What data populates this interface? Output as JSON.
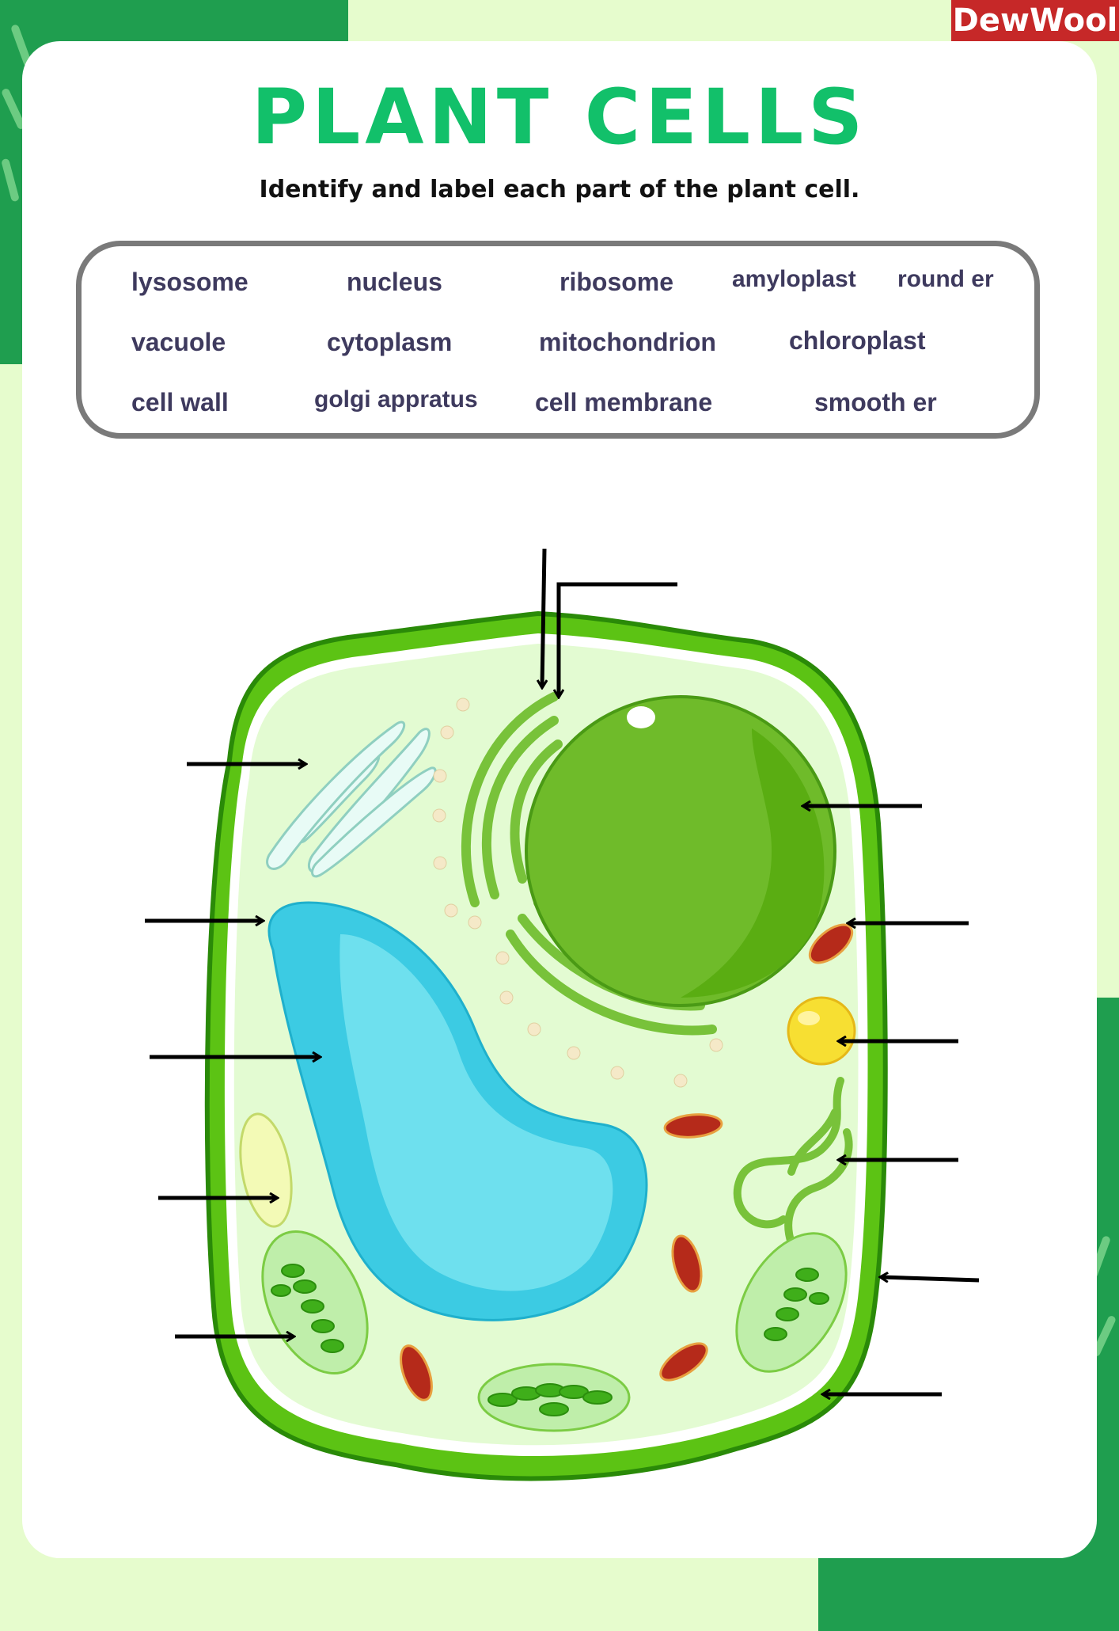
{
  "brand": "DewWool",
  "title": "PLANT CELLS",
  "subtitle": "Identify and label each part of the plant cell.",
  "word_bank": [
    "lysosome",
    "nucleus",
    "ribosome",
    "amyloplast",
    "round er",
    "vacuole",
    "cytoplasm",
    "mitochondrion",
    "chloroplast",
    "cell wall",
    "golgi appratus",
    "cell membrane",
    "smooth er"
  ],
  "colors": {
    "title": "#12c06a",
    "background": "#e6fccd",
    "accent_green": "#1f9e4f",
    "brand_red": "#c62828",
    "word_text": "#3e3a5e",
    "cell_wall": "#5cc314",
    "cytoplasm": "#e3fbd2",
    "vacuole": "#3ccbe3",
    "nucleus": "#6fbb2a"
  }
}
